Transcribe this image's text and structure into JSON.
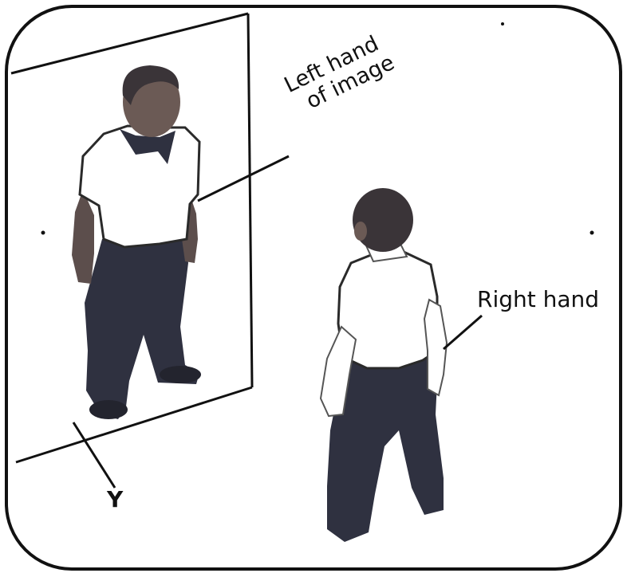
{
  "labels": {
    "left_hand_line1": "Left hand",
    "left_hand_line2": "of image",
    "right_hand": "Right hand",
    "y": "Y"
  },
  "colors": {
    "outline": "#111111",
    "dark_clothing": "#2f3140",
    "skin": "#6b5a55",
    "white_shirt": "#ffffff",
    "background": "#ffffff"
  },
  "icons": {
    "mirror": "mirror-plane",
    "person_image": "person-reflection",
    "person_real": "person-back-view"
  }
}
